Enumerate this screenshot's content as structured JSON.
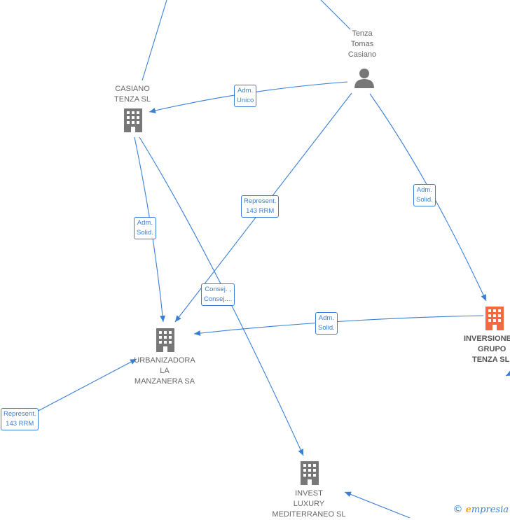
{
  "nodes": {
    "tenza_tomas_casiano": {
      "lines": [
        "Tenza",
        "Tomas",
        "Casiano"
      ],
      "type": "person"
    },
    "casiano_tenza_sl": {
      "lines": [
        "CASIANO",
        "TENZA SL"
      ],
      "type": "company"
    },
    "inversiones_grupo_tenza": {
      "lines": [
        "INVERSIONES",
        "GRUPO",
        "TENZA SL"
      ],
      "type": "company"
    },
    "urbanizadora_la_manzanera": {
      "lines": [
        "URBANIZADORA",
        "LA",
        "MANZANERA SA"
      ],
      "type": "company"
    },
    "invest_luxury_mediterraneo": {
      "lines": [
        "INVEST",
        "LUXURY",
        "MEDITERRANEO SL"
      ],
      "type": "company"
    }
  },
  "edges": {
    "adm_unico": [
      "Adm.",
      "Unico"
    ],
    "represent_top": [
      "Represent.",
      "143 RRM"
    ],
    "adm_solid_right": [
      "Adm.",
      "Solid."
    ],
    "adm_solid_left": [
      "Adm.",
      "Solid."
    ],
    "consej": [
      "Consej. ,",
      "Consej...."
    ],
    "adm_solid_mid": [
      "Adm.",
      "Solid."
    ],
    "represent_bottom": [
      "Represent.",
      "143 RRM"
    ]
  },
  "colors": {
    "edge": "#3a7fd5",
    "company_icon": "#777777",
    "highlight_icon": "#f26a3d",
    "person_icon": "#777777"
  },
  "brand": {
    "copyright": "©",
    "initial": "e",
    "rest": "mpresia"
  }
}
